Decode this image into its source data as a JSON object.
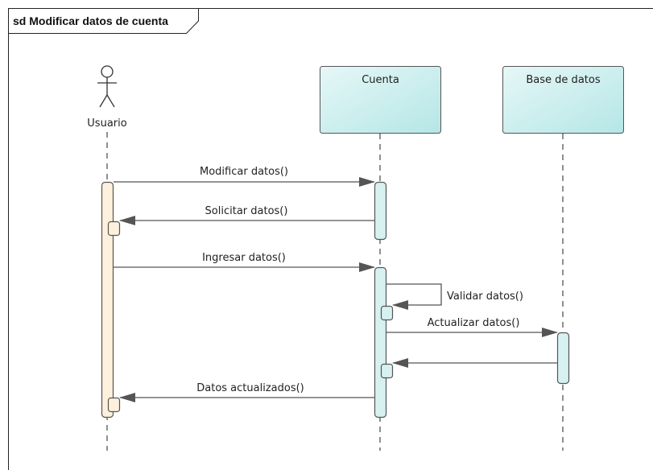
{
  "frame": {
    "title": "sd Modificar datos de cuenta"
  },
  "participants": {
    "actor": {
      "name": "Usuario",
      "kind": "actor"
    },
    "cuenta": {
      "name": "Cuenta",
      "kind": "object"
    },
    "base": {
      "name": "Base de datos",
      "kind": "object"
    }
  },
  "messages": [
    {
      "label": "Modificar datos()",
      "from": "Usuario",
      "to": "Cuenta"
    },
    {
      "label": "Solicitar datos()",
      "from": "Cuenta",
      "to": "Usuario"
    },
    {
      "label": "Ingresar datos()",
      "from": "Usuario",
      "to": "Cuenta"
    },
    {
      "label": "Validar datos()",
      "from": "Cuenta",
      "to": "Cuenta"
    },
    {
      "label": "Actualizar datos()",
      "from": "Cuenta",
      "to": "Base de datos"
    },
    {
      "label": "",
      "from": "Base de datos",
      "to": "Cuenta"
    },
    {
      "label": "Datos actualizados()",
      "from": "Cuenta",
      "to": "Usuario"
    }
  ],
  "colors": {
    "actor_activation": "#fdf0dd",
    "object_fill": "#d7f1f1",
    "object_fill_dark": "#b7e6e6",
    "line": "#555555",
    "frame_border": "#222222"
  }
}
